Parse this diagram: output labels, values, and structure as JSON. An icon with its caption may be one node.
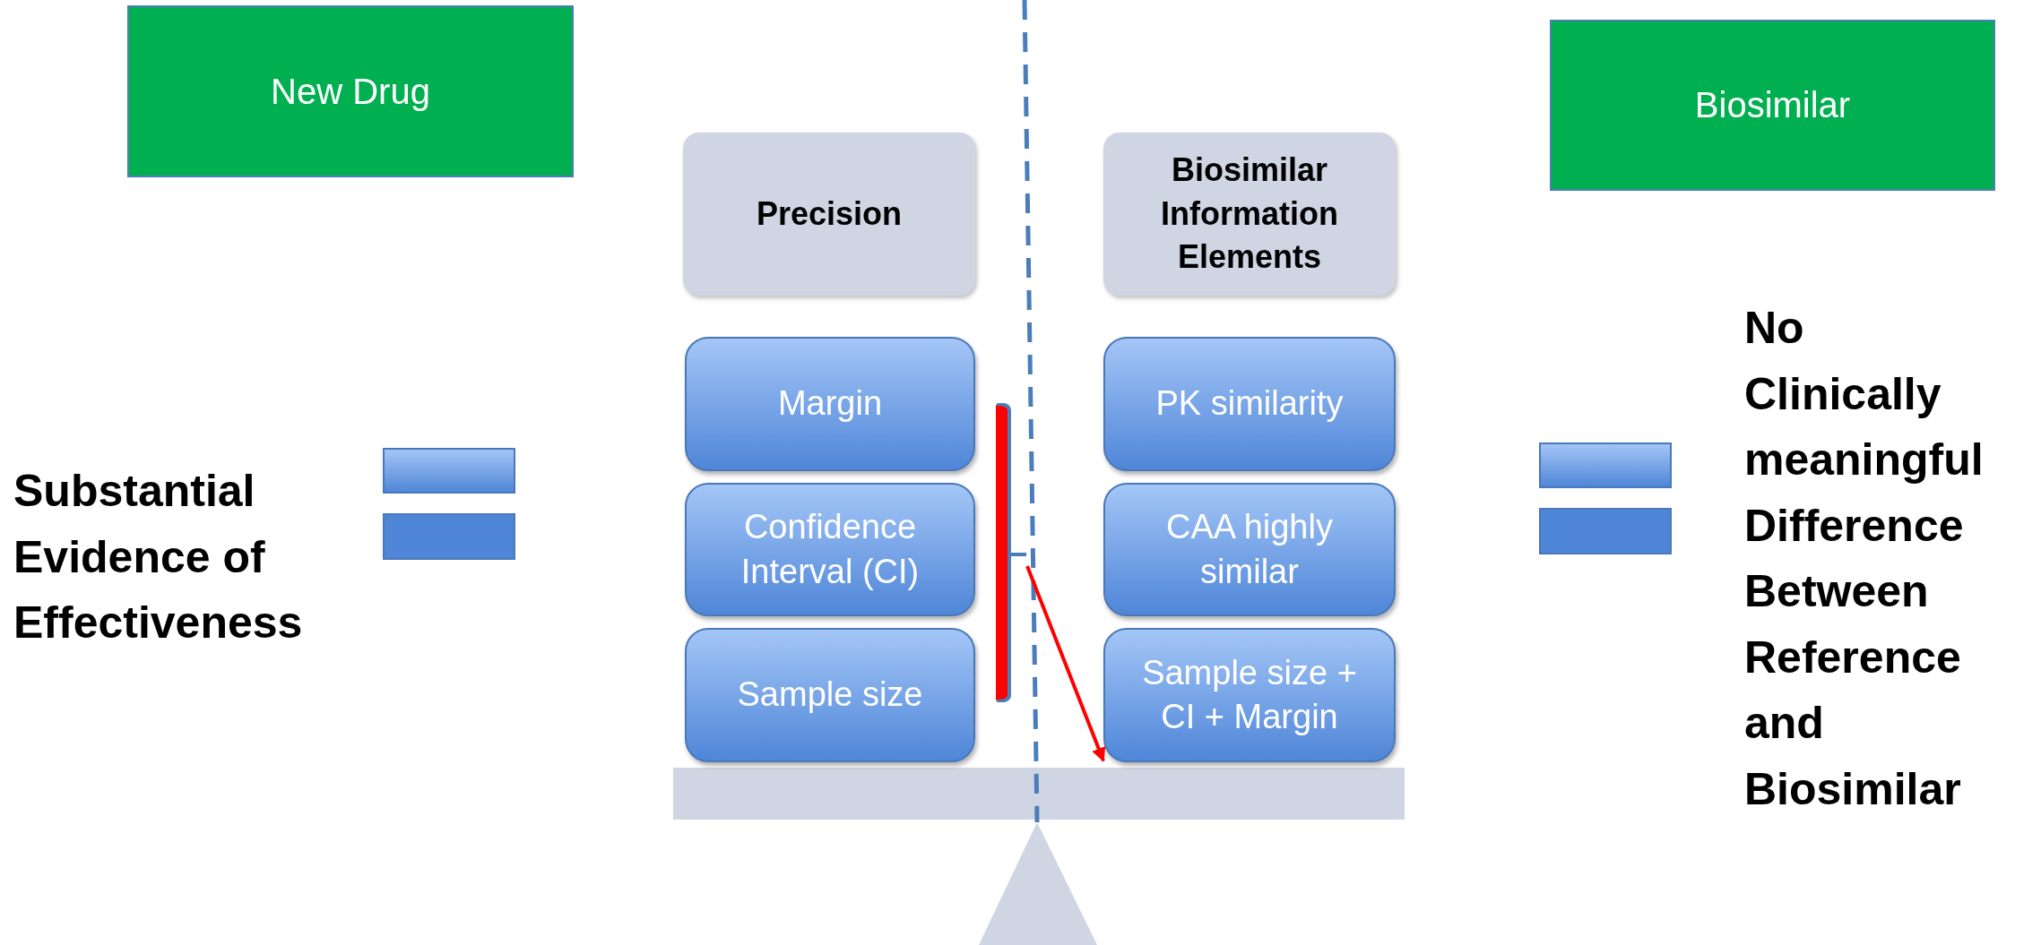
{
  "diagram": {
    "nodes": [
      {
        "text": [
          "New Drug"
        ]
      },
      {
        "text": [
          "Biosimilar"
        ]
      },
      {
        "text": [
          "Precision"
        ]
      },
      {
        "text": [
          "Biosimilar Information Elements"
        ]
      },
      {
        "text": [
          "Margin"
        ]
      },
      {
        "text": [
          "Confidence Interval (CI)"
        ]
      },
      {
        "text": [
          "Sample size"
        ]
      },
      {
        "text": [
          "PK similarity"
        ]
      },
      {
        "text": [
          "CAA highly similar"
        ]
      },
      {
        "text": [
          "Sample size + CI + Margin"
        ]
      },
      {
        "text": [],
        "shape": "bar"
      }
    ],
    "edges": [
      {
        "from": 10,
        "to": 9,
        "arrow": "to",
        "color": "#ff0000"
      }
    ],
    "labels": [
      "Substantial Evidence of Effectiveness",
      "No Clinically meaningful Difference Between Reference and Biosimilar"
    ]
  }
}
